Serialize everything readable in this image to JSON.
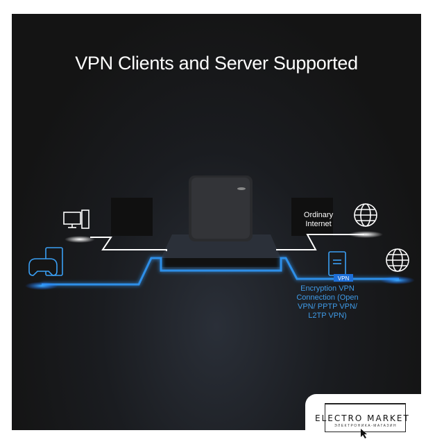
{
  "title": "VPN Clients and Server Supported",
  "labels": {
    "ordinary_internet": "Ordinary Internet",
    "vpn_badge": "VPN",
    "vpn_connection": "Encryption VPN Connection (Open VPN/ PPTP VPN/ L2TP VPN)"
  },
  "icons": [
    "desktop-computer-icon",
    "game-controller-server-icon",
    "router-device",
    "vpn-server-icon",
    "globe-icon-ordinary",
    "globe-icon-vpn",
    "cursor-icon"
  ],
  "colors": {
    "background": "#151515",
    "accent_blue": "#2f8fe8",
    "white_line": "#ffffff"
  },
  "watermark": {
    "brand": "ELECTRO MARKET",
    "tagline": "ЭЛЕКТРОНИКА-МАГАЗИН"
  }
}
